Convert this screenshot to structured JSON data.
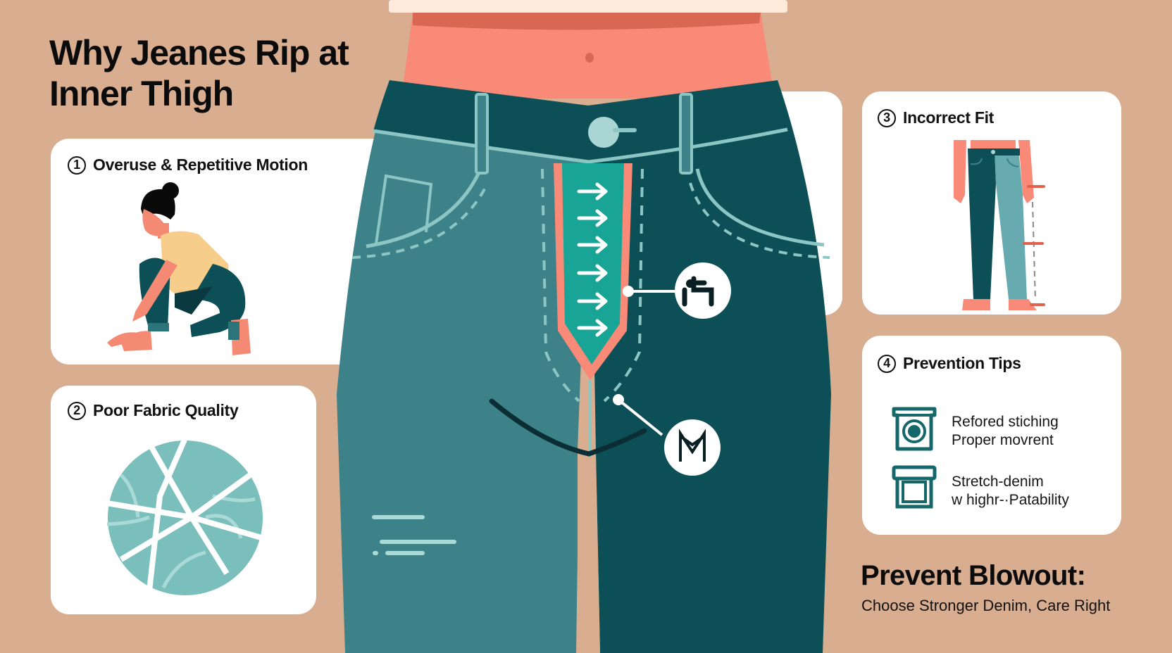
{
  "header": {
    "title_line1": "Why Jeanes Rip at",
    "title_line2": "Inner Thigh"
  },
  "cards": [
    {
      "number": "1",
      "title": "Overuse & Repetitive Motion",
      "icon": "crouching-person-illustration"
    },
    {
      "number": "2",
      "title": "Poor Fabric Quality",
      "icon": "cracked-fabric-circle-illustration"
    },
    {
      "number": "3",
      "title": "Incorrect Fit",
      "icon": "jeans-fit-measurement-illustration"
    },
    {
      "number": "4",
      "title": "Prevention Tips",
      "icon": "tips-list",
      "tips": [
        {
          "icon": "washing-machine-icon",
          "line1": "Refored stiching",
          "line2": "Proper movrent"
        },
        {
          "icon": "box-icon",
          "line1": "Stretch-denim",
          "line2": "w highr-·Patability"
        }
      ]
    }
  ],
  "center": {
    "illustration": "jeans-inner-thigh-stress-diagram",
    "callout_top_icon": "stretch-strain-icon",
    "callout_bottom_icon": "friction-m-icon"
  },
  "footer": {
    "headline": "Prevent Blowout:",
    "subline": "Choose Stronger Denim, Care Right"
  },
  "colors": {
    "background": "#d9ad90",
    "card": "#ffffff",
    "denim_light": "#3d8289",
    "denim_dark": "#0c4f57",
    "stitch": "#8cc6c4",
    "skin": "#fa8a78",
    "skin_dark": "#d86753",
    "accent_teal": "#19a595",
    "text": "#111111"
  }
}
